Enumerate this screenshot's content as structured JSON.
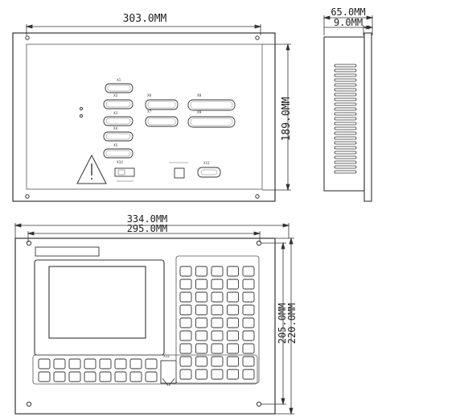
{
  "dimensions": {
    "back_width": "303.0MM",
    "back_height": "189.0MM",
    "side_depth": "65.0MM",
    "side_panel": "9.0MM",
    "front_width": "334.0MM",
    "front_hole_width": "295.0MM",
    "front_hole_height": "205.0MM",
    "front_height": "220.0MM"
  },
  "connectors": {
    "left_column": [
      "X1",
      "X2",
      "X3",
      "X4",
      "X5"
    ],
    "middle_column": [
      "X6",
      "X7"
    ],
    "right_column": [
      "X8",
      "X9"
    ],
    "bottom_switch": "X10",
    "bottom_db9": "X11"
  },
  "front_panel": {
    "small_label": "X12"
  }
}
